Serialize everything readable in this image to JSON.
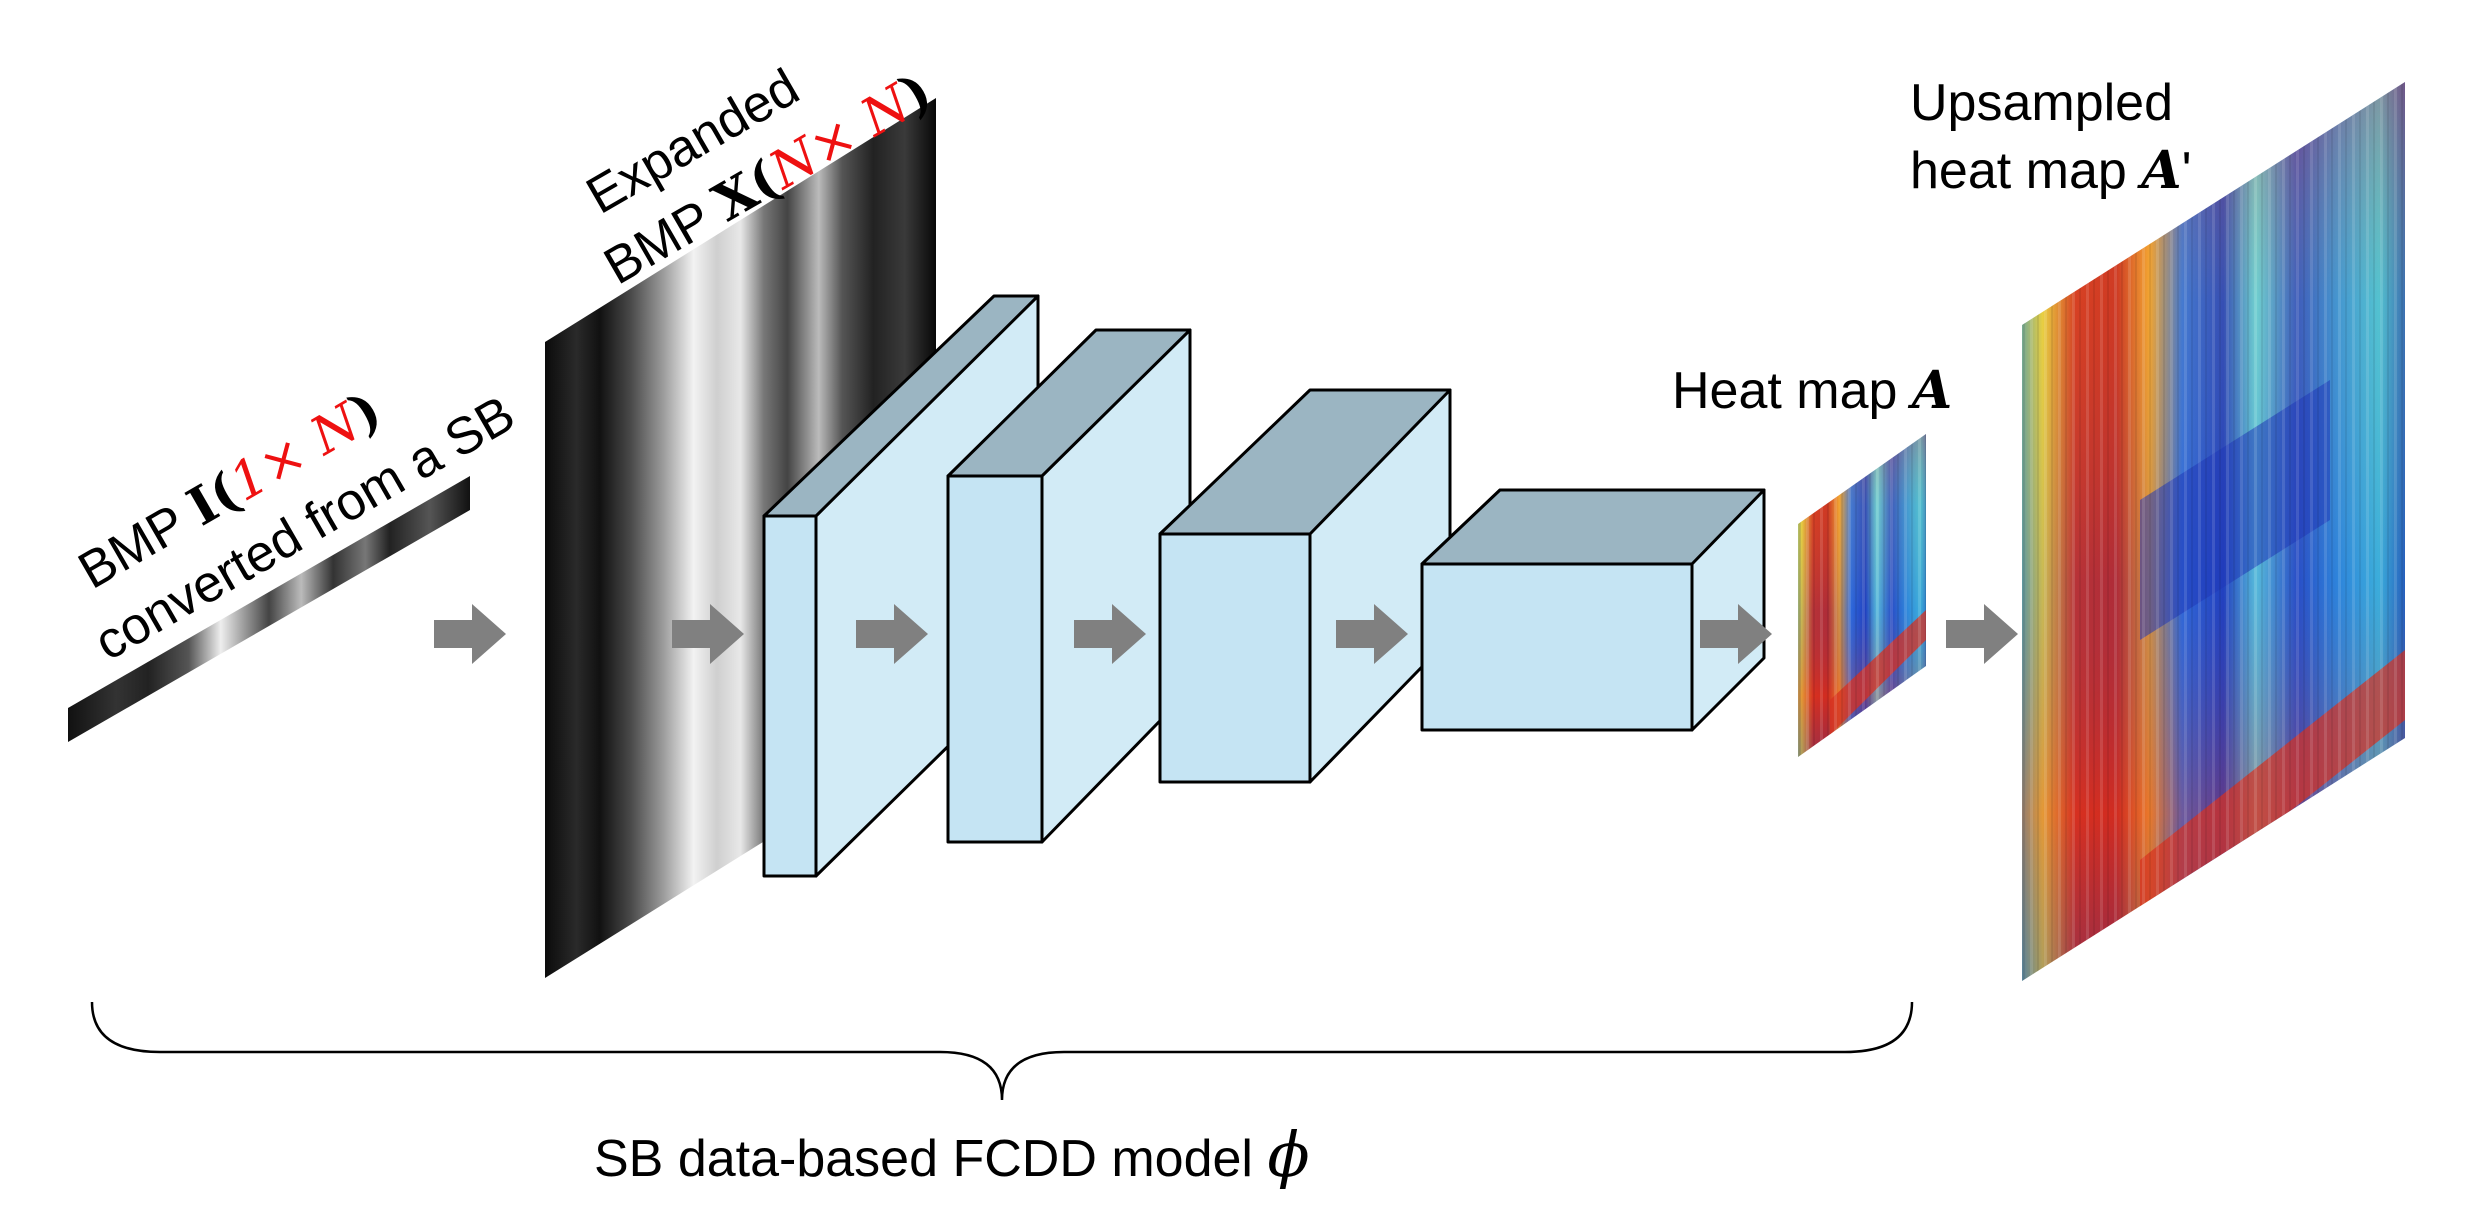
{
  "labels": {
    "bmp_i": {
      "line1_prefix": "BMP ",
      "symbol": "I",
      "open_paren": "(",
      "dims": "1× N",
      "close_paren": ")",
      "line2": "converted from a SB"
    },
    "bmp_x": {
      "line1": "Expanded",
      "line2_prefix": "BMP ",
      "symbol": "X",
      "open_paren": "(",
      "dims": "N× N",
      "close_paren": ")"
    },
    "heat_map": {
      "prefix": "Heat map ",
      "symbol": "A"
    },
    "upsampled": {
      "line1": "Upsampled",
      "line2_prefix": "heat map ",
      "symbol": "A",
      "prime": "'"
    },
    "model": {
      "prefix": "SB data-based FCDD model ",
      "symbol": "ϕ"
    }
  },
  "colors": {
    "cube_front": "#c5e4f3",
    "cube_top": "#9bb5c2",
    "cube_side": "#d2ebf6",
    "arrow": "#808080",
    "highlight": "#ee1111"
  },
  "icons": [
    "arrow-right-icon"
  ]
}
